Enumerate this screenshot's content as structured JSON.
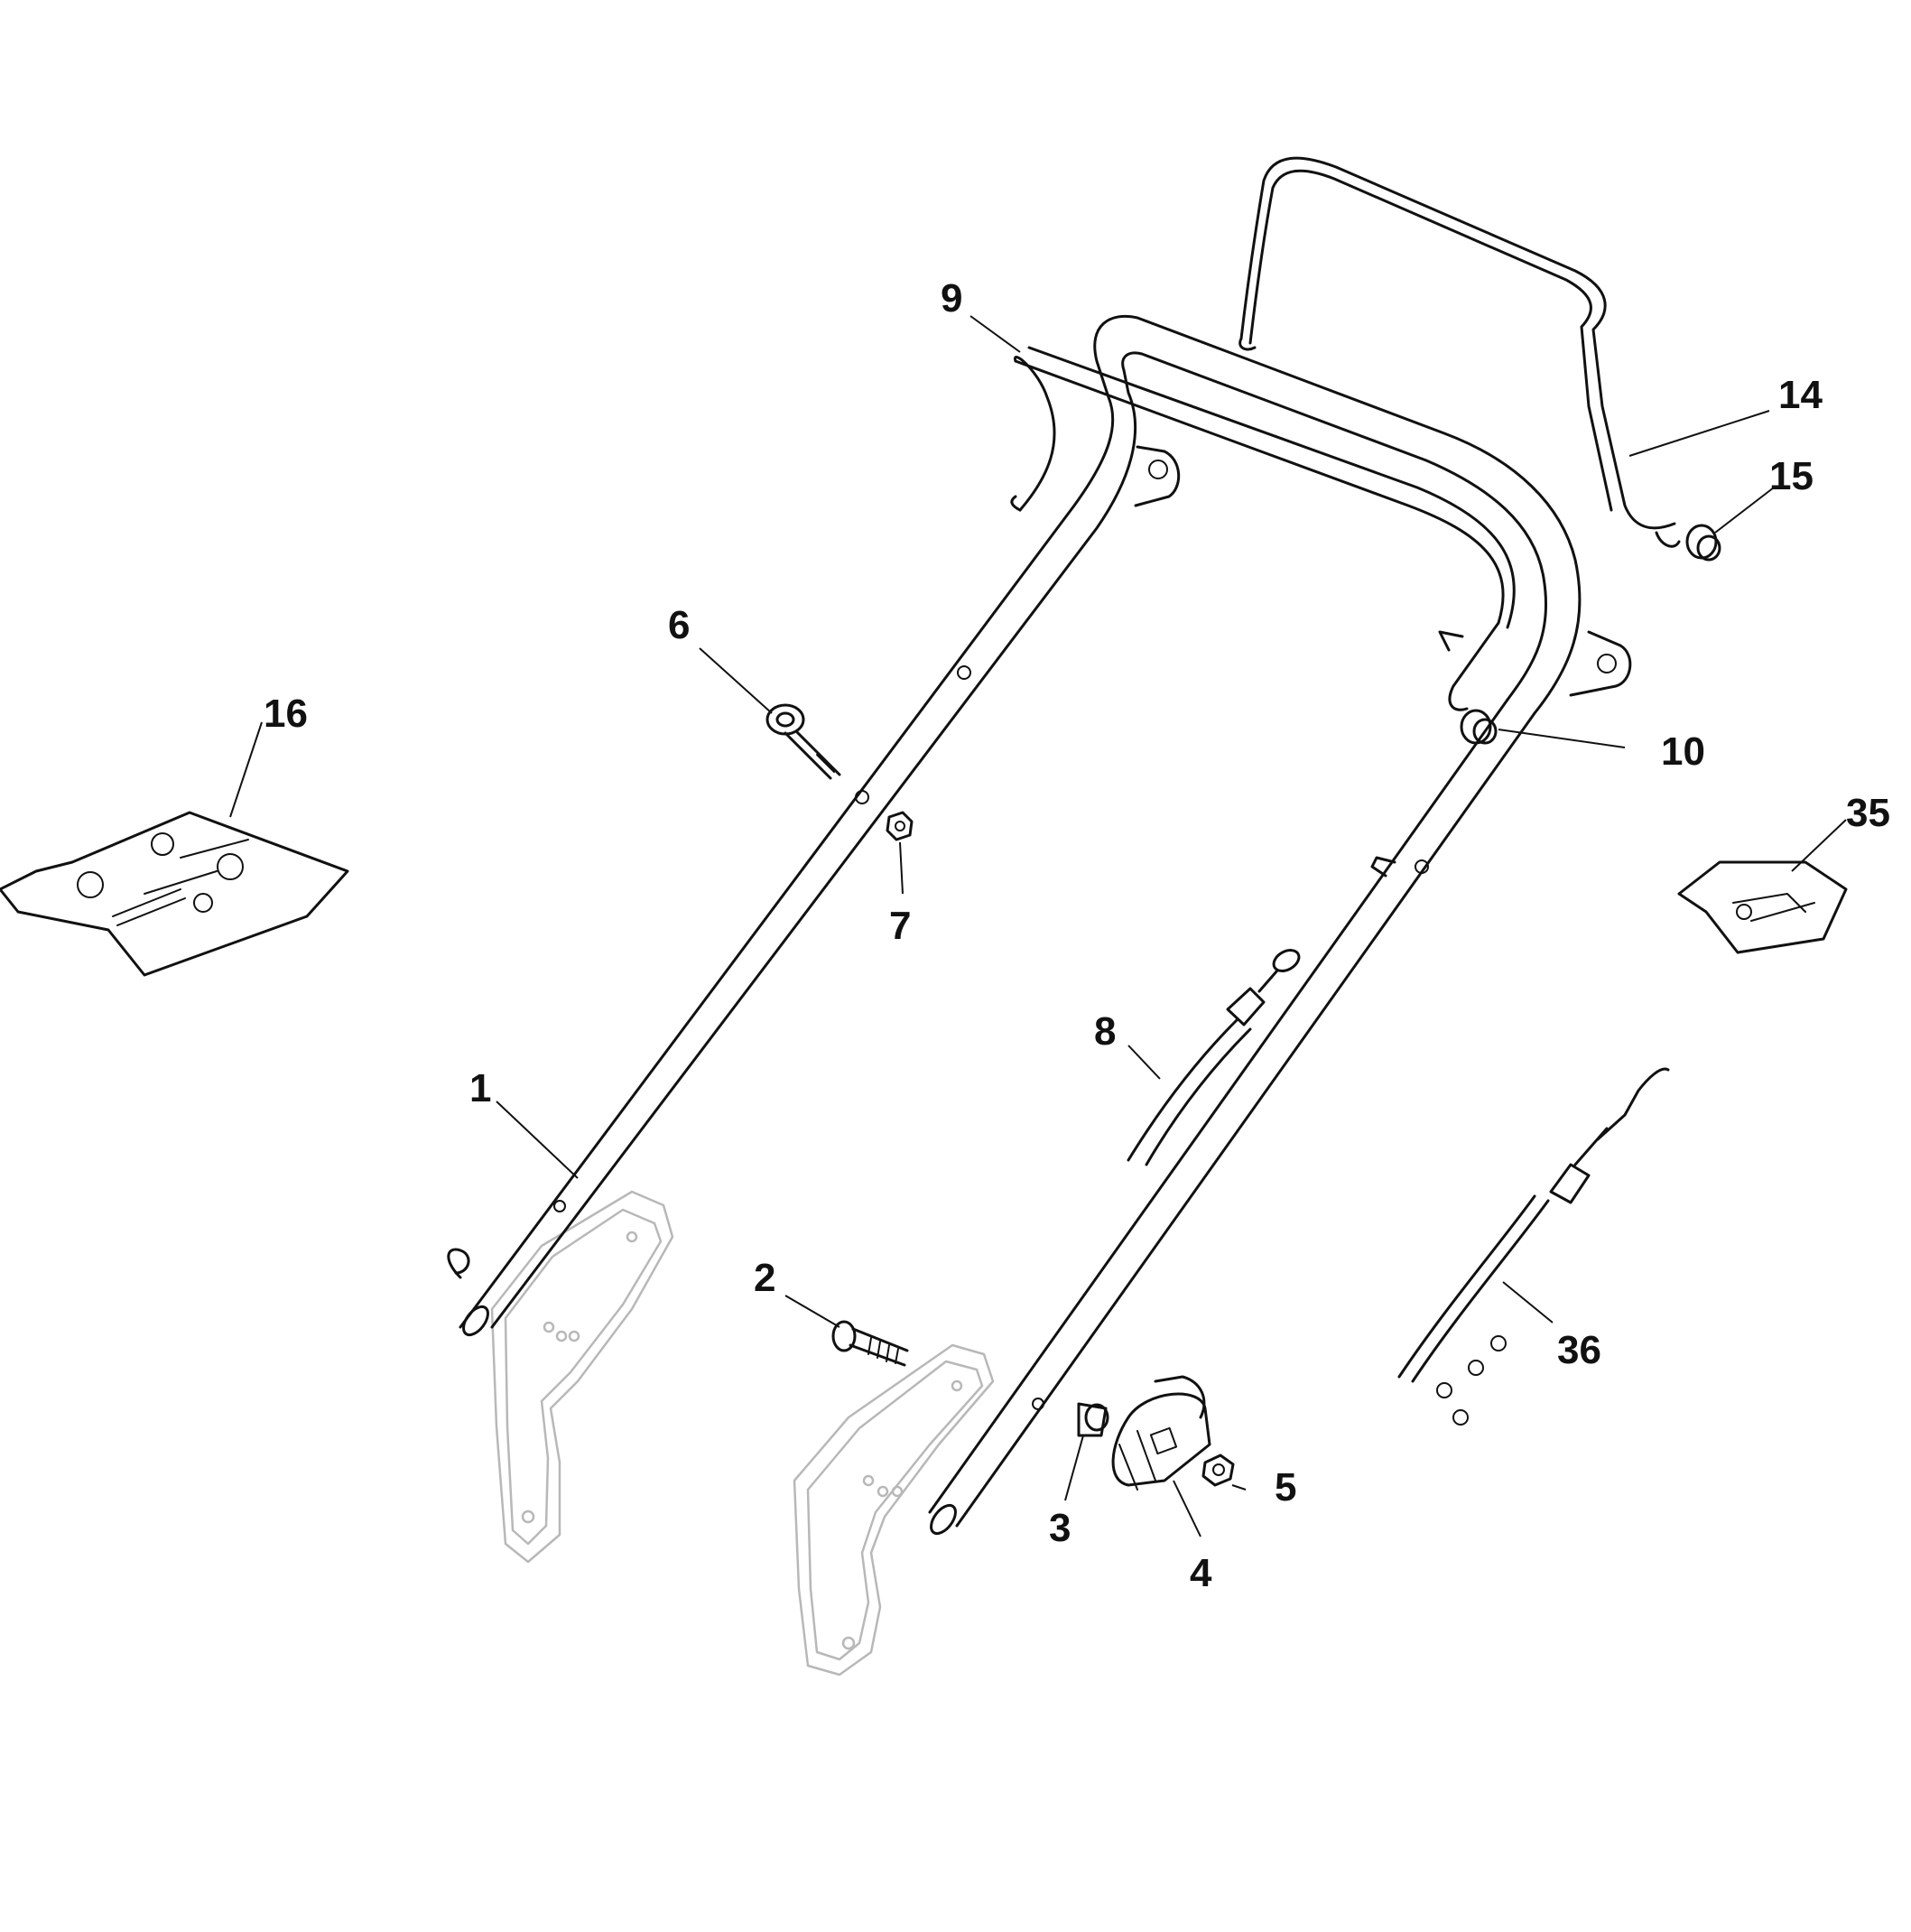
{
  "callouts": [
    {
      "id": "p1",
      "label": "1"
    },
    {
      "id": "p2",
      "label": "2"
    },
    {
      "id": "p3",
      "label": "3"
    },
    {
      "id": "p4",
      "label": "4"
    },
    {
      "id": "p5",
      "label": "5"
    },
    {
      "id": "p6",
      "label": "6"
    },
    {
      "id": "p7",
      "label": "7"
    },
    {
      "id": "p8",
      "label": "8"
    },
    {
      "id": "p9",
      "label": "9"
    },
    {
      "id": "p10",
      "label": "10"
    },
    {
      "id": "p14",
      "label": "14"
    },
    {
      "id": "p15",
      "label": "15"
    },
    {
      "id": "p16",
      "label": "16"
    },
    {
      "id": "p35",
      "label": "35"
    },
    {
      "id": "p36",
      "label": "36"
    }
  ]
}
